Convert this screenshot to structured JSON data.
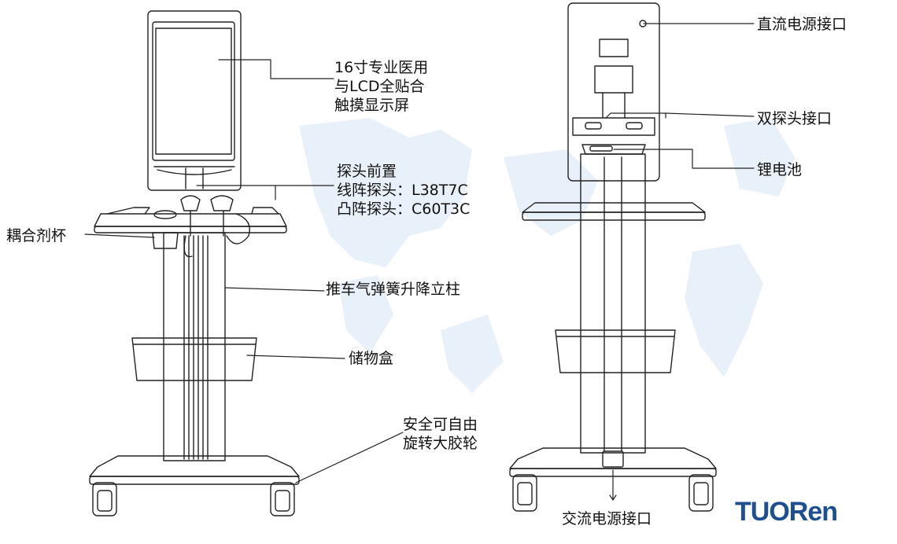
{
  "labels": {
    "screen": [
      "16寸专业医用",
      "与LCD全贴合",
      "触摸显示屏"
    ],
    "probes": [
      "探头前置",
      "线阵探头：L38T7C",
      "凸阵探头：C60T3C"
    ],
    "gel_cup": "耦合剂杯",
    "lift_column": "推车气弹簧升降立柱",
    "storage_box": "储物盒",
    "wheels": [
      "安全可自由",
      "旋转大胶轮"
    ],
    "dc_port": "直流电源接口",
    "dual_probe_port": "双探头接口",
    "battery": "锂电池",
    "ac_port": "交流电源接口"
  },
  "logo": {
    "text": "TUORen",
    "color": "#1d4f91"
  },
  "colors": {
    "line": "#222222",
    "watermark": "#e6eef8",
    "brand": "#1d4f91"
  }
}
